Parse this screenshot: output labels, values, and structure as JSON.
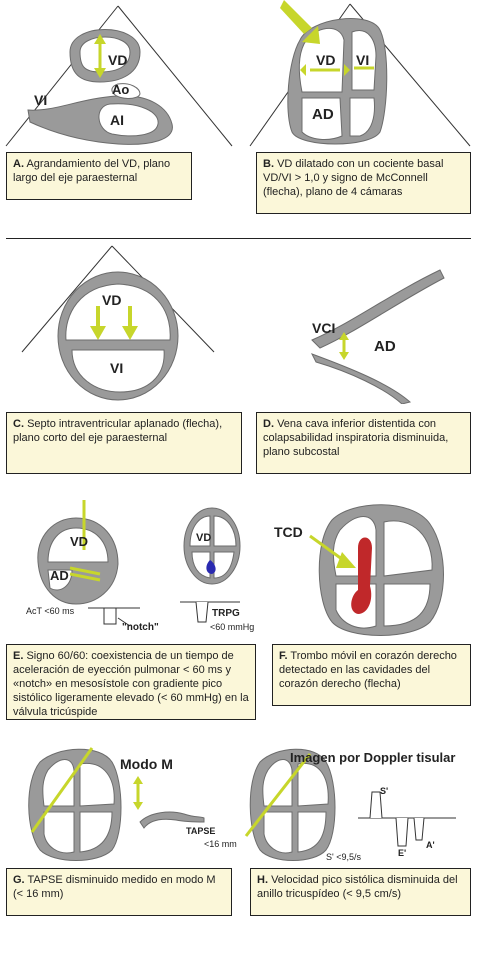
{
  "panels": {
    "a": {
      "letter": "A.",
      "text": "Agrandamiento del VD, plano largo del eje paraesternal",
      "labels": {
        "vd": "VD",
        "vi": "VI",
        "ao": "Ao",
        "ai": "AI"
      }
    },
    "b": {
      "letter": "B.",
      "text": "VD dilatado con un cociente basal VD/VI > 1,0 y signo de McConnell (flecha), plano de 4 cámaras",
      "labels": {
        "vd": "VD",
        "vi": "VI",
        "ad": "AD"
      }
    },
    "c": {
      "letter": "C.",
      "text": "Septo intraventricular aplanado (flecha), plano corto del eje paraesternal",
      "labels": {
        "vd": "VD",
        "vi": "VI"
      }
    },
    "d": {
      "letter": "D.",
      "text": "Vena cava inferior distentida con colapsabilidad inspiratoria disminuida, plano subcostal",
      "labels": {
        "vci": "VCI",
        "ad": "AD"
      }
    },
    "e": {
      "letter": "E.",
      "text": "Signo 60/60: coexistencia de un tiempo de aceleración de eyección pulmonar < 60 ms y «notch» en mesosístole con gradiente pico sistólico ligeramente elevado (< 60 mmHg) en la válvula tricúspide",
      "labels": {
        "vd1": "VD",
        "ad": "AD",
        "act": "AcT <60 ms",
        "notch": "\"notch\"",
        "vd2": "VD",
        "trpg": "TRPG",
        "trpg_value": "<60 mmHg"
      }
    },
    "f": {
      "letter": "F.",
      "text": "Trombo móvil en corazón derecho detectado en las cavidades del corazón derecho (flecha)",
      "labels": {
        "tcd": "TCD"
      }
    },
    "g": {
      "letter": "G.",
      "text": "TAPSE disminuido medido en modo M (< 16 mm)",
      "labels": {
        "mode": "Modo M",
        "tapse": "TAPSE",
        "tapse_value": "<16 mm"
      }
    },
    "h": {
      "letter": "H.",
      "text": "Velocidad pico sistólica disminuida del anillo tricuspídeo (< 9,5 cm/s)",
      "labels": {
        "title": "Imagen por Doppler tisular",
        "s": "S'",
        "e": "E'",
        "a": "A'",
        "s_value": "S' <9,5/s"
      }
    }
  },
  "colors": {
    "arrow": "#c7d62b",
    "caption_bg": "#fbf7d9",
    "tissue": "#9a9a9a",
    "thrombus": "#c0282a",
    "jet": "#2a2ab0"
  }
}
